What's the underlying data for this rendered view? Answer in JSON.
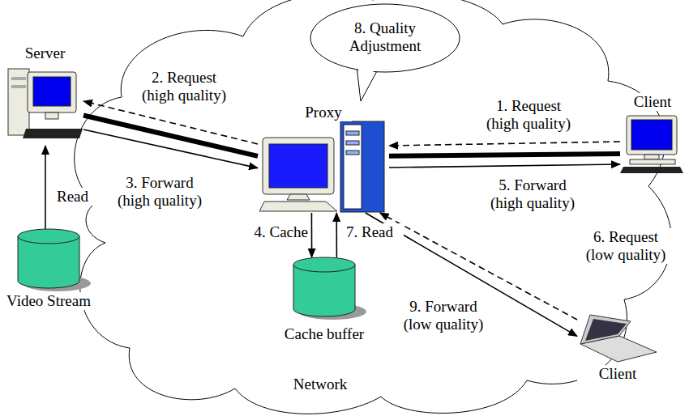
{
  "diagram": {
    "nodes": [
      {
        "text": [
          "Server"
        ]
      },
      {
        "text": [
          "8. Quality Adjustment"
        ]
      },
      {
        "text": [
          "Proxy"
        ]
      },
      {
        "text": [
          "Client"
        ]
      },
      {
        "text": [
          "Video Stream"
        ]
      },
      {
        "text": [
          "Cache buffer"
        ]
      },
      {
        "text": [
          "Client"
        ]
      }
    ],
    "edges": [
      {
        "from": 3,
        "to": 2,
        "arrow": "to",
        "label": "1. Request (high quality)"
      },
      {
        "from": 2,
        "to": 3,
        "arrow": "none"
      },
      {
        "from": 2,
        "to": 0,
        "arrow": "to",
        "label": "2. Request (high quality)"
      },
      {
        "from": 0,
        "to": 2,
        "arrow": "none"
      },
      {
        "from": 0,
        "to": 2,
        "arrow": "to",
        "label": "3. Forward (high quality)"
      },
      {
        "from": 2,
        "to": 5,
        "arrow": "to",
        "label": "4. Cache"
      },
      {
        "from": 2,
        "to": 3,
        "arrow": "to",
        "label": "5. Forward (high quality)"
      },
      {
        "from": 6,
        "to": 2,
        "arrow": "to",
        "label": "6. Request (low quality)"
      },
      {
        "from": 5,
        "to": 2,
        "arrow": "to",
        "label": "7. Read"
      },
      {
        "from": 2,
        "to": 6,
        "arrow": "to",
        "label": "9. Forward (low quality)"
      },
      {
        "from": 4,
        "to": 0,
        "arrow": "to",
        "label": "Read"
      }
    ],
    "labels": [
      "Network"
    ]
  }
}
